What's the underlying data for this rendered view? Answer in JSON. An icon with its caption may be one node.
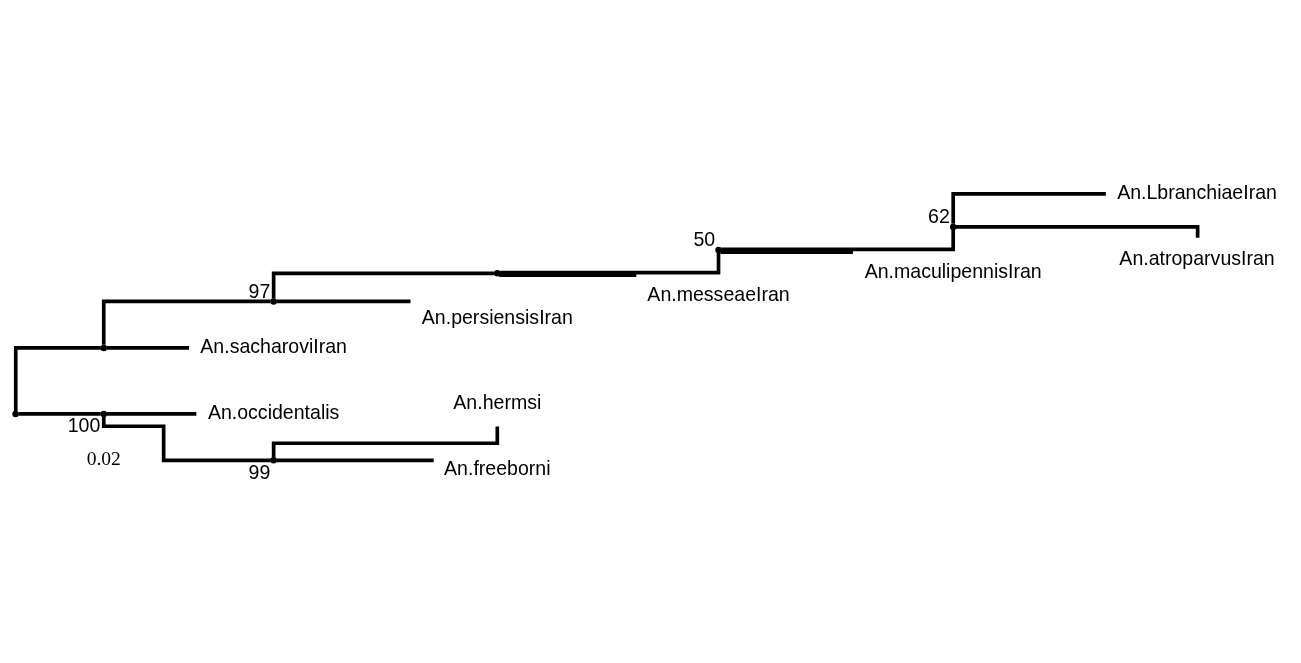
{
  "diagram": {
    "nodes": [
      {
        "text": [],
        "shape": "point"
      },
      {
        "text": [],
        "shape": "point"
      },
      {
        "text": [],
        "shape": "point",
        "beside": [
          "97"
        ]
      },
      {
        "text": [],
        "shape": "point"
      },
      {
        "text": [],
        "shape": "point",
        "beside": [
          "50"
        ]
      },
      {
        "text": [],
        "shape": "point",
        "beside": [
          "62"
        ]
      },
      {
        "text": [
          "An.LbranchiaeIran"
        ]
      },
      {
        "text": [
          "An.atroparvusIran"
        ]
      },
      {
        "text": [
          "An.maculipennisIran"
        ]
      },
      {
        "text": [
          "An.messeaeIran"
        ]
      },
      {
        "text": [
          "An.persiensisIran"
        ]
      },
      {
        "text": [
          "An.sacharoviIran"
        ]
      },
      {
        "text": [],
        "shape": "point",
        "beside": [
          "100"
        ]
      },
      {
        "text": [
          "An.occidentalis"
        ]
      },
      {
        "text": [],
        "shape": "point",
        "beside": [
          "99"
        ]
      },
      {
        "text": [
          "An.hermsi"
        ]
      },
      {
        "text": [
          "An.freeborni"
        ]
      }
    ],
    "edges": [
      {
        "from": 0,
        "to": 1,
        "arrow": "none"
      },
      {
        "from": 1,
        "to": 2,
        "arrow": "none"
      },
      {
        "from": 2,
        "to": 3,
        "arrow": "none"
      },
      {
        "from": 3,
        "to": 4,
        "arrow": "none"
      },
      {
        "from": 4,
        "to": 5,
        "arrow": "none"
      },
      {
        "from": 5,
        "to": 6,
        "arrow": "none"
      },
      {
        "from": 5,
        "to": 7,
        "arrow": "none"
      },
      {
        "from": 4,
        "to": 8,
        "arrow": "none"
      },
      {
        "from": 3,
        "to": 9,
        "arrow": "none"
      },
      {
        "from": 2,
        "to": 10,
        "arrow": "none"
      },
      {
        "from": 1,
        "to": 11,
        "arrow": "none"
      },
      {
        "from": 0,
        "to": 12,
        "arrow": "none"
      },
      {
        "from": 12,
        "to": 13,
        "arrow": "none"
      },
      {
        "from": 12,
        "to": 14,
        "arrow": "none"
      },
      {
        "from": 14,
        "to": 15,
        "arrow": "none"
      },
      {
        "from": 14,
        "to": 16,
        "arrow": "none"
      }
    ],
    "labels": [
      "0.02"
    ]
  }
}
